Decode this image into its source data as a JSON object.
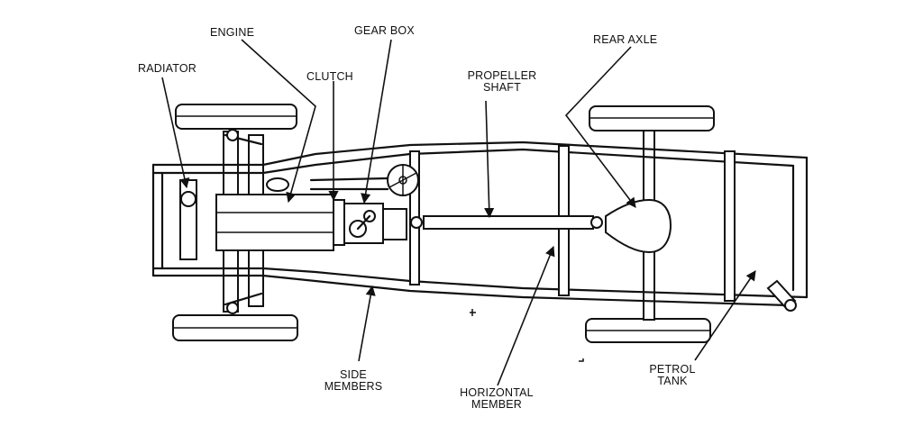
{
  "labels": {
    "engine": "ENGINE",
    "gear_box": "GEAR BOX",
    "rear_axle": "REAR AXLE",
    "radiator": "RADIATOR",
    "clutch": "CLUTCH",
    "propeller_shaft_line1": "PROPELLER",
    "propeller_shaft_line2": "SHAFT",
    "side_members_line1": "SIDE",
    "side_members_line2": "MEMBERS",
    "horizontal_member_line1": "HORIZONTAL",
    "horizontal_member_line2": "MEMBER",
    "petrol_tank_line1": "PETROL",
    "petrol_tank_line2": "TANK"
  },
  "colors": {
    "ink": "#111111",
    "background": "#ffffff"
  }
}
